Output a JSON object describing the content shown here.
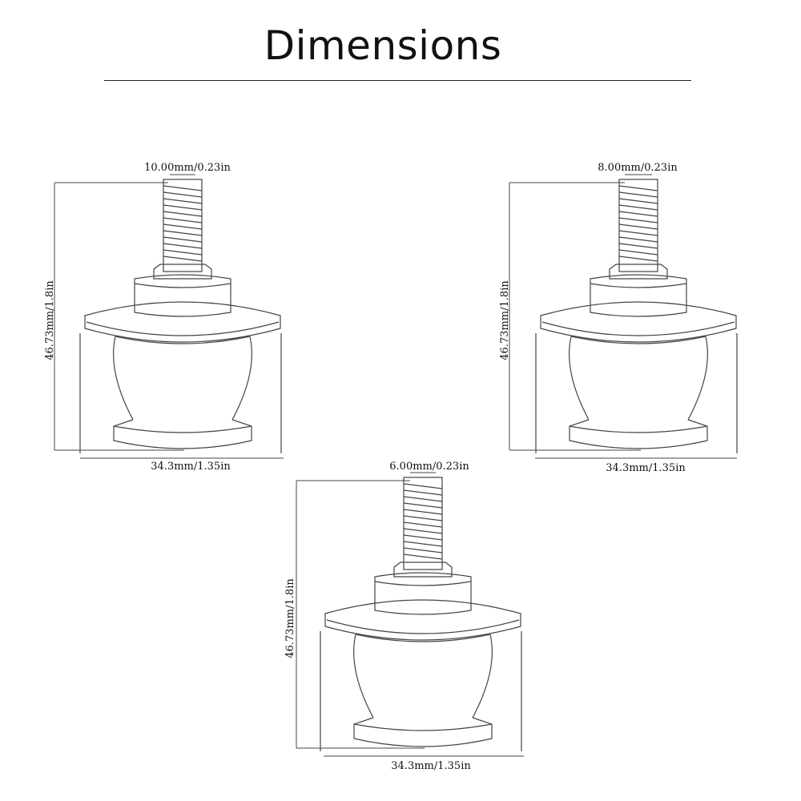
{
  "title": "Dimensions",
  "line_color": "#444444",
  "spools": [
    {
      "id": "a",
      "thread": "10.00mm/0.23in",
      "width": "34.3mm/1.35in",
      "height": "46.73mm/1.8in"
    },
    {
      "id": "b",
      "thread": "8.00mm/0.23in",
      "width": "34.3mm/1.35in",
      "height": "46.73mm/1.8in"
    },
    {
      "id": "c",
      "thread": "6.00mm/0.23in",
      "width": "34.3mm/1.35in",
      "height": "46.73mm/1.8in"
    }
  ]
}
